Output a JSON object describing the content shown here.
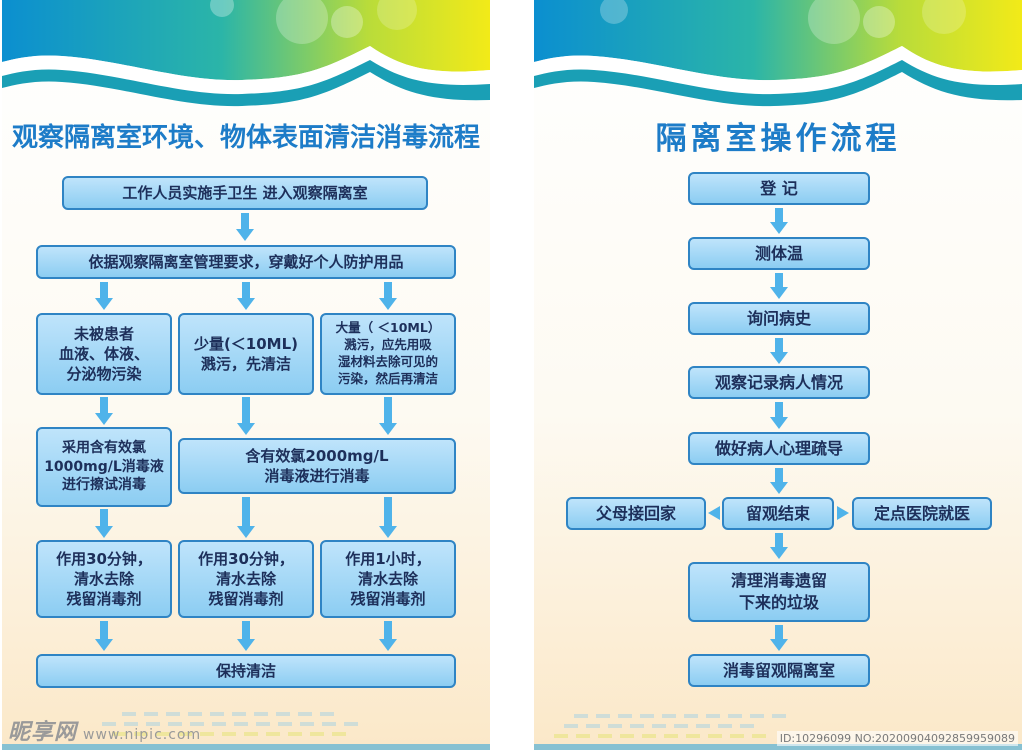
{
  "left_poster": {
    "title": "观察隔离室环境、物体表面清洁消毒流程",
    "steps": {
      "hand_hygiene": "工作人员实施手卫生  进入观察隔离室",
      "ppe": "依据观察隔离室管理要求，穿戴好个人防护用品",
      "no_contamination": "未被患者\n血液、体液、\n分泌物污染",
      "small_spill": "少量(＜10ML)\n溅污，先清洁",
      "large_spill": "大量（ ＜10ML）\n溅污，应先用吸\n湿材料去除可见的\n污染，然后再清洁",
      "wipe_1000": "采用含有效氯\n1000mg/L消毒液\n进行擦试消毒",
      "disinfect_2000": "含有效氯2000mg/L\n消毒液进行消毒",
      "wait_30_a": "作用30分钟，\n清水去除\n残留消毒剂",
      "wait_30_b": "作用30分钟，\n清水去除\n残留消毒剂",
      "wait_1h": "作用1小时，\n清水去除\n残留消毒剂",
      "keep_clean": "保持清洁"
    }
  },
  "right_poster": {
    "title": "隔离室操作流程",
    "steps": {
      "register": "登  记",
      "temperature": "测体温",
      "history": "询问病史",
      "observe": "观察记录病人情况",
      "counsel": "做好病人心理疏导",
      "end_observation": "留观结束",
      "parents_home": "父母接回家",
      "designated_hospital": "定点医院就医",
      "clean_waste": "清理消毒遗留\n下来的垃圾",
      "disinfect_room": "消毒留观隔离室"
    }
  },
  "watermarks": {
    "site_logo": "昵享网",
    "site_url": "www.nipic.com",
    "image_id": "ID:10296099 NO:20200904092859959089"
  },
  "colors": {
    "title_blue": "#1d7cc8",
    "box_fill_top": "#bfe4fb",
    "box_fill_bottom": "#8ccdf2",
    "box_border": "#2f84c4",
    "arrow_blue": "#4fb3ea",
    "banner_yellow": "#e8e620",
    "banner_teal": "#1a9fb5"
  }
}
